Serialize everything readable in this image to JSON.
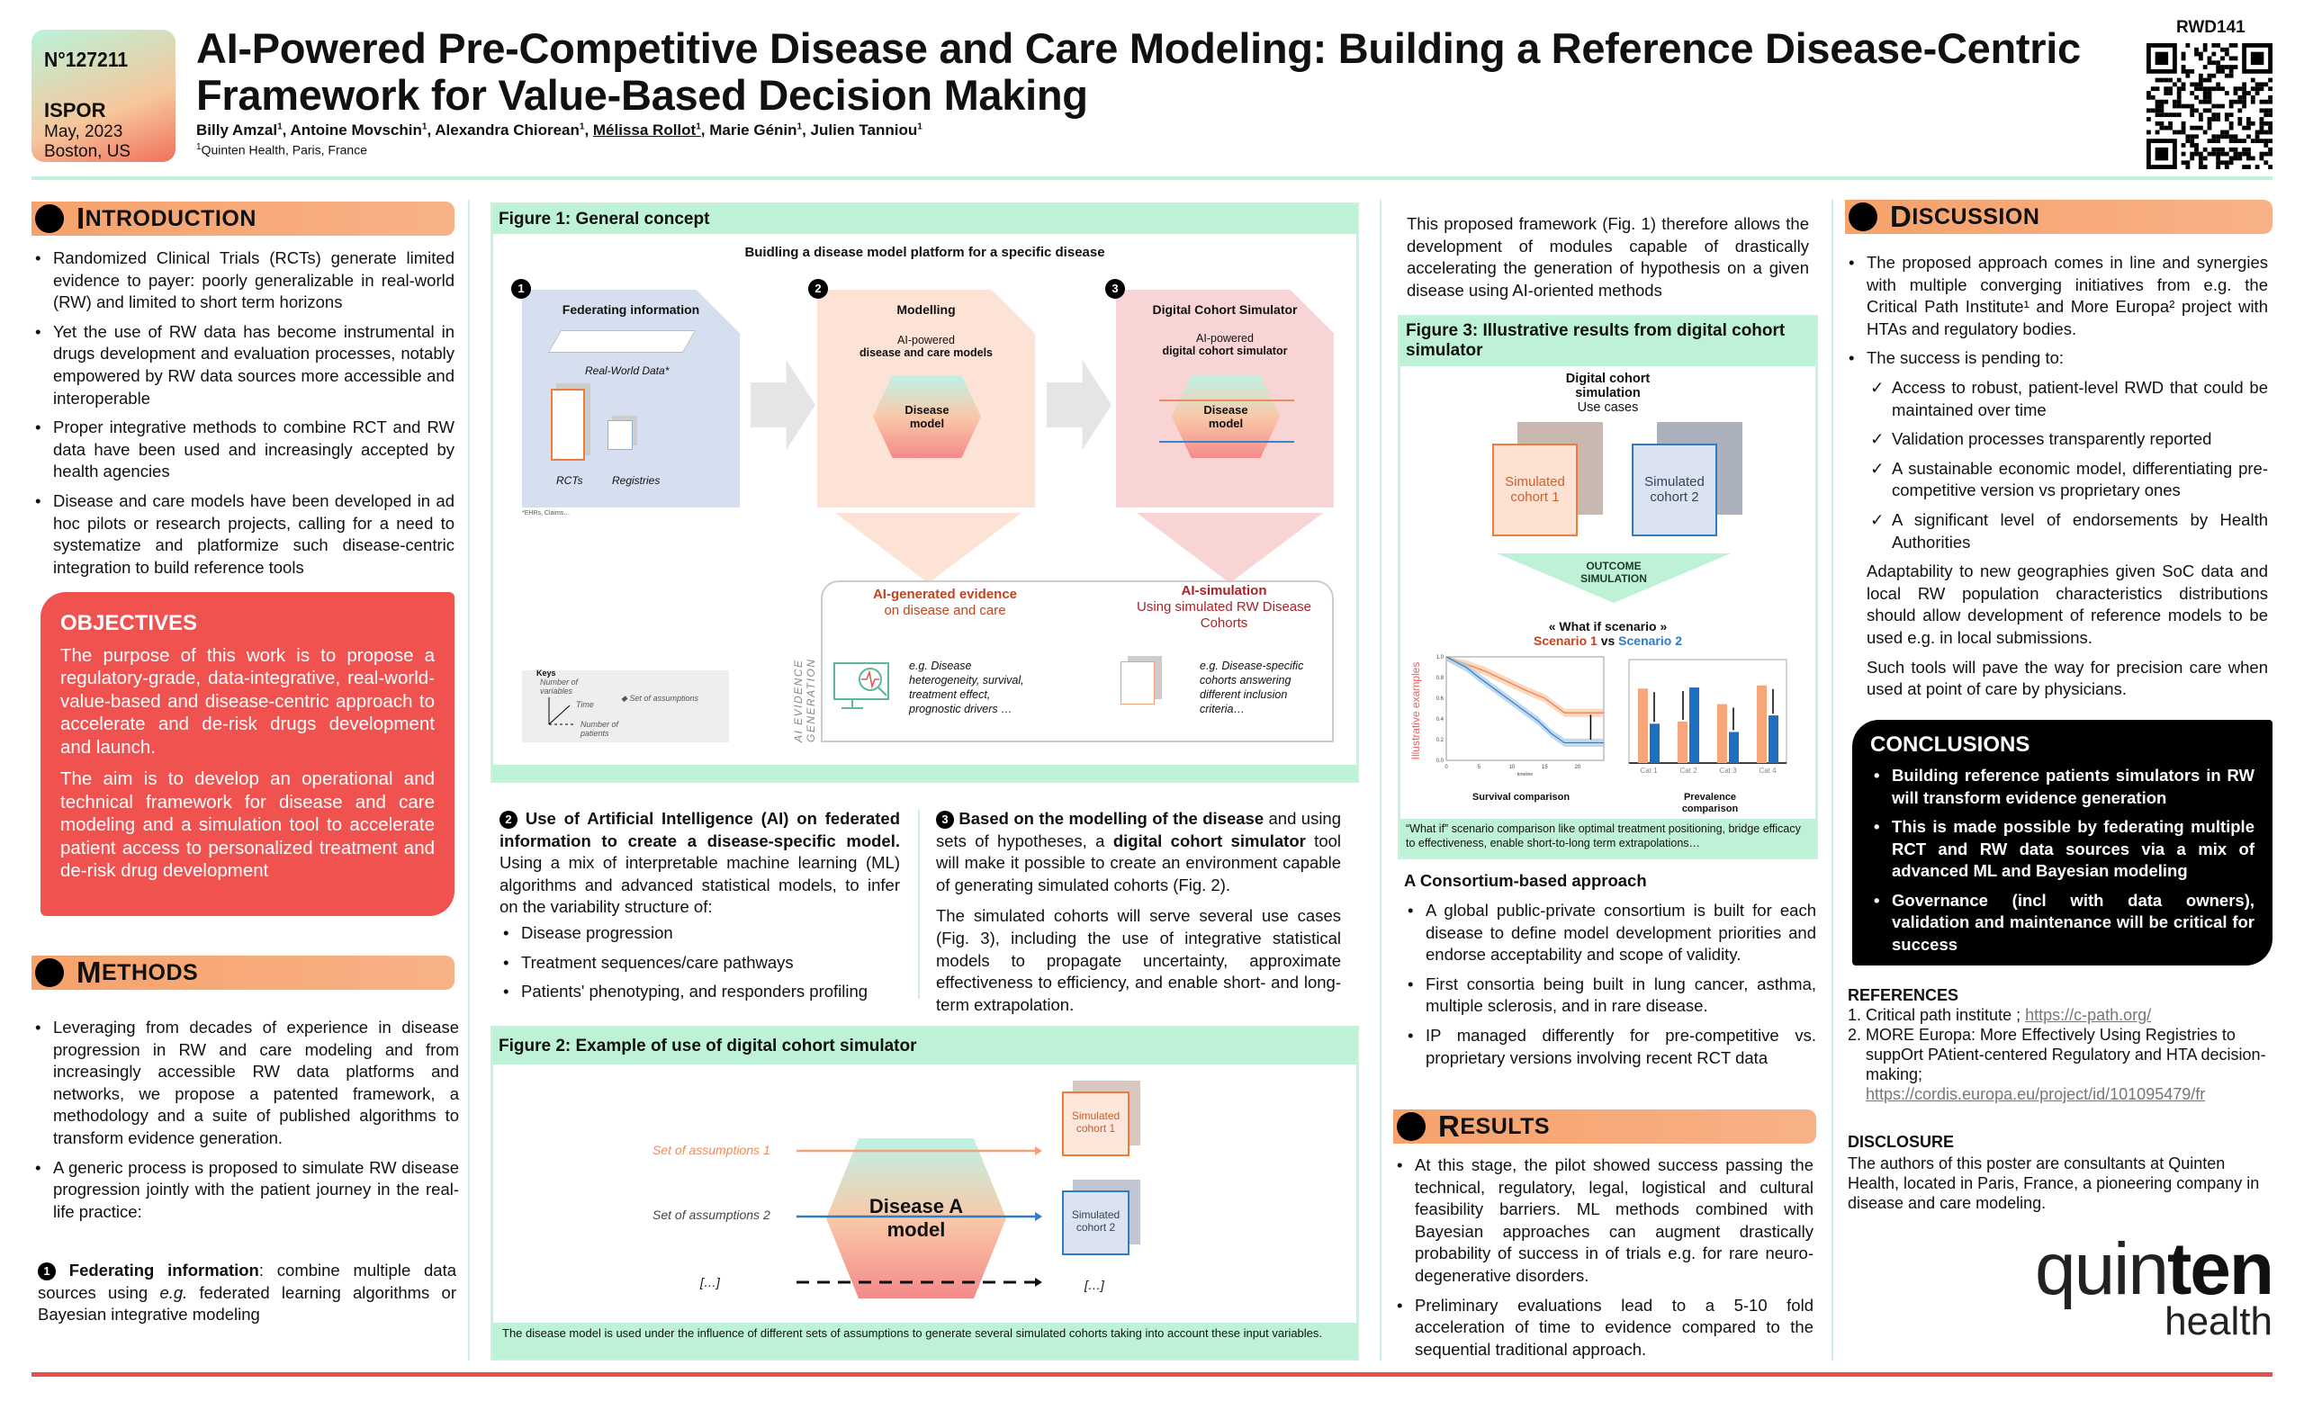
{
  "header": {
    "poster_no": "N°127211",
    "conference": "ISPOR",
    "date": "May, 2023",
    "location": "Boston, US",
    "title": "AI-Powered Pre-Competitive Disease and Care Modeling: Building a Reference Disease-Centric Framework for Value-Based Decision Making",
    "authors": [
      {
        "name": "Billy Amzal",
        "sup": "1"
      },
      {
        "name": "Antoine Movschin",
        "sup": "1"
      },
      {
        "name": "Alexandra Chiorean",
        "sup": "1"
      },
      {
        "name": "Mélissa Rollot",
        "sup": "1",
        "underline": true
      },
      {
        "name": "Marie Génin",
        "sup": "1"
      },
      {
        "name": "Julien Tanniou",
        "sup": "1"
      }
    ],
    "affiliation_sup": "1",
    "affiliation": "Quinten Health, Paris, France",
    "code": "RWD141",
    "qr_icon": "qr-code"
  },
  "colors": {
    "accent_orange": "#f6a26b",
    "objectives_red": "#f05250",
    "figure_green": "#bdf2d6",
    "cohort1": "#f07b3f",
    "cohort2": "#2f7cc4",
    "bottom_line": "#e8504f"
  },
  "introduction": {
    "heading_first": "I",
    "heading_rest": "NTRODUCTION",
    "bullets": [
      "Randomized Clinical Trials (RCTs) generate limited evidence to payer: poorly generalizable in real-world (RW) and limited to short term horizons",
      "Yet the use of RW data has become instrumental in drugs development and evaluation processes, notably empowered by RW data sources more accessible and interoperable",
      "Proper integrative methods to combine RCT and RW data have been used and increasingly accepted by health agencies",
      "Disease and care models have been developed in ad hoc pilots or research projects, calling for a need to systematize and platformize such disease-centric integration to build reference tools"
    ]
  },
  "objectives": {
    "heading": "OBJECTIVES",
    "paragraphs": [
      "The purpose of this work is to propose a regulatory-grade, data-integrative, real-world-value-based and disease-centric approach to accelerate and de-risk drugs development and launch.",
      "The aim is to develop an operational and technical framework for disease and care modeling and a simulation tool to accelerate patient access to personalized treatment and de-risk drug development"
    ]
  },
  "methods": {
    "heading_first": "M",
    "heading_rest": "ETHODS",
    "bullets": [
      "Leveraging from decades of experience in disease progression in RW and care modeling and from increasingly accessible RW data platforms and networks, we propose a patented framework, a methodology and a suite of published algorithms to transform evidence generation.",
      "A generic process is proposed to simulate RW disease progression jointly with the patient journey in the real-life practice:"
    ],
    "step1_num": "1",
    "step1_bold": "Federating information",
    "step1_a": ": combine multiple data sources using ",
    "step1_em": "e.g.",
    "step1_b": " federated learning algorithms or Bayesian integrative modeling"
  },
  "figure1": {
    "title": "Figure 1: General concept",
    "subtitle": "Buidling a disease model platform for a specific disease",
    "panel1": {
      "num": "1",
      "title": "Federating information",
      "rwd": "Real-World Data*",
      "rcts": "RCTs",
      "registries": "Registries",
      "footnote": "*EHRs, Claims…"
    },
    "panel2": {
      "num": "2",
      "title": "Modelling",
      "sub1": "AI-powered",
      "sub2": "disease and care models",
      "hex": "Disease model"
    },
    "panel3": {
      "num": "3",
      "title": "Digital Cohort Simulator",
      "sub1": "AI-powered",
      "sub2": "digital cohort simulator",
      "hex": "Disease model"
    },
    "vertical_label": "AI EVIDENCE GENERATION",
    "evidence_title": "AI-generated evidence",
    "evidence_sub": "on disease and care",
    "evidence_text": "e.g. Disease heterogeneity, survival, treatment effect, prognostic drivers …",
    "sim_title": "AI-simulation",
    "sim_sub": "Using simulated RW Disease Cohorts",
    "sim_text": "e.g. Disease-specific cohorts answering different inclusion criteria…",
    "keys": {
      "title": "Keys",
      "variables": "Number of variables",
      "time": "Time",
      "patients": "Number of patients",
      "assumptions": "Set of assumptions"
    }
  },
  "step2": {
    "num": "2",
    "bold": "Use of Artificial Intelligence (AI) on federated information to create a disease-specific model.",
    "text": " Using a mix of interpretable machine learning (ML) algorithms and advanced statistical models, to infer on the variability structure of:",
    "bullets": [
      "Disease progression",
      "Treatment sequences/care pathways",
      "Patients' phenotyping, and responders profiling"
    ]
  },
  "step3": {
    "num": "3",
    "bold1": "Based on the modelling of the disease",
    "t1": " and using sets of hypotheses, a ",
    "bold2": "digital cohort simulator",
    "t2": " tool will make it possible to create an environment capable of generating simulated cohorts (Fig. 2).",
    "p2": "The simulated cohorts will serve several use cases (Fig. 3), including the use of integrative statistical models to propagate uncertainty, approximate effectiveness to efficiency, and enable short- and long-term extrapolation."
  },
  "figure2": {
    "title": "Figure 2: Example of use of digital cohort simulator",
    "assumptions1": "Set of assumptions 1",
    "assumptions2": "Set of assumptions 2",
    "ellipsis": "[…]",
    "hex": "Disease A model",
    "cohort1": "Simulated cohort 1",
    "cohort2": "Simulated cohort 2",
    "caption": "The disease model is used under the influence of different sets of assumptions to generate several simulated cohorts taking into account these input variables."
  },
  "col3": {
    "intro": "This proposed framework (Fig. 1) therefore allows the development of modules capable of drastically accelerating the generation of hypothesis on a given disease using AI-oriented methods",
    "consortium_title": "A Consortium-based approach",
    "consortium_bullets": [
      "A global public-private consortium is built for each disease to define model development priorities and endorse acceptability and scope of validity.",
      "First consortia being built in lung cancer, asthma, multiple sclerosis, and in rare disease.",
      "IP managed differently for pre-competitive vs. proprietary versions involving recent RCT data"
    ]
  },
  "figure3": {
    "title": "Figure 3: Illustrative results from digital cohort simulator",
    "top1": "Digital cohort",
    "top2": "simulation",
    "top3": "Use cases",
    "cohort1": "Simulated cohort 1",
    "cohort2": "Simulated cohort 2",
    "outcome": "OUTCOME SIMULATION",
    "whatif": "« What if scenario »",
    "scenario1": "Scenario 1",
    "vs": " vs ",
    "scenario2": "Scenario 2",
    "ylabel": "Illustrative examples",
    "survival_xlabel": "timeline",
    "survival_label": "Survival comparison",
    "prevalence_label": "Prevalence comparison",
    "caption": "“What if” scenario comparison like optimal treatment positioning, bridge efficacy to effectiveness, enable short-to-long term extrapolations…",
    "survival": {
      "xlim": [
        0,
        24
      ],
      "ylim": [
        0,
        1
      ],
      "xticks": [
        "0",
        "5",
        "10",
        "15",
        "20"
      ],
      "yticks": [
        "0.0",
        "0.2",
        "0.4",
        "0.6",
        "0.8",
        "1.0"
      ],
      "scenario1": [
        [
          0,
          1.0
        ],
        [
          3,
          0.93
        ],
        [
          6,
          0.86
        ],
        [
          9,
          0.77
        ],
        [
          12,
          0.68
        ],
        [
          15,
          0.6
        ],
        [
          18,
          0.46
        ],
        [
          24,
          0.46
        ]
      ],
      "scenario2": [
        [
          0,
          1.0
        ],
        [
          3,
          0.9
        ],
        [
          5,
          0.8
        ],
        [
          8,
          0.66
        ],
        [
          11,
          0.52
        ],
        [
          14,
          0.38
        ],
        [
          16,
          0.26
        ],
        [
          18,
          0.17
        ],
        [
          24,
          0.17
        ]
      ]
    },
    "prevalence": {
      "categories": [
        "Cat 1",
        "Cat 2",
        "Cat 3",
        "Cat 4"
      ],
      "scenario1": [
        0.72,
        0.4,
        0.57,
        0.75
      ],
      "scenario2": [
        0.38,
        0.73,
        0.3,
        0.46
      ]
    }
  },
  "results": {
    "heading_first": "R",
    "heading_rest": "ESULTS",
    "bullets": [
      "At this stage, the pilot showed success passing the technical, regulatory, legal, logistical and cultural feasibility barriers. ML methods combined with Bayesian approaches can augment drastically probability of success in of trials e.g. for rare neuro-degenerative disorders.",
      "Preliminary evaluations lead to a 5-10 fold acceleration of time to evidence compared to the sequential traditional approach."
    ]
  },
  "discussion": {
    "heading_first": "D",
    "heading_rest": "ISCUSSION",
    "b1": "The proposed approach comes in line and synergies with multiple converging initiatives from e.g. the Critical Path Institute¹ and More Europa² project with HTAs and regulatory bodies.",
    "b2": "The success is pending to:",
    "checks": [
      "Access to robust, patient-level RWD that could be maintained over time",
      "Validation processes transparently reported",
      "A sustainable economic model, differentiating pre-competitive version vs proprietary ones",
      "A significant level of endorsements by Health Authorities"
    ],
    "p1": "Adaptability to new geographies given SoC data and local RW population characteristics distributions should allow development of reference models to be used e.g. in local submissions.",
    "p2": "Such tools will pave the way for precision care when used at point of care by physicians."
  },
  "conclusions": {
    "heading": "CONCLUSIONS",
    "bullets": [
      "Building reference patients simulators in RW will transform evidence generation",
      "This is made possible by federating multiple RCT and RW data sources via a mix of advanced ML and Bayesian modeling",
      "Governance (incl with data owners), validation and maintenance will be critical for success"
    ]
  },
  "references": {
    "heading": "REFERENCES",
    "r1": "1. Critical path institute ; ",
    "r1_link": "https://c-path.org/",
    "r2": "2.  MORE Europa: More Effectively Using Registries to suppOrt PAtient-centered Regulatory and HTA decision-making;",
    "r2_link": "https://cordis.europa.eu/project/id/101095479/fr"
  },
  "disclosure": {
    "heading": "DISCLOSURE",
    "text": "The authors of this poster are consultants at Quinten Health, located in Paris, France, a pioneering company in disease and care modeling."
  },
  "logo": {
    "a": "quin",
    "b": "ten",
    "c": "health"
  }
}
